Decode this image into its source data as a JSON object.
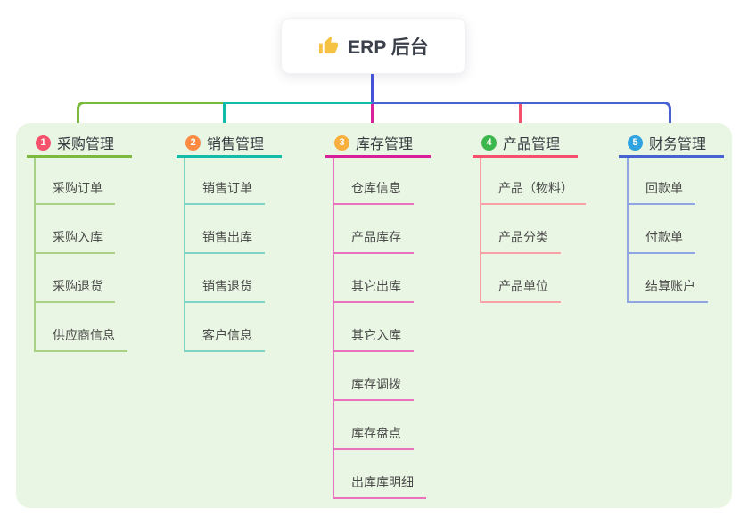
{
  "root": {
    "title": "ERP 后台",
    "icon": "thumbs-up",
    "icon_color": "#f6c244",
    "connector_color": "#4253d6"
  },
  "canvas": {
    "background": "#ffffff",
    "container_bg": "#e9f6e3"
  },
  "branches": [
    {
      "number": "1",
      "label": "采购管理",
      "badge_color": "#f4516c",
      "line_color": "#7cba3f",
      "child_line_color": "#a9d287",
      "children": [
        "采购订单",
        "采购入库",
        "采购退货",
        "供应商信息"
      ]
    },
    {
      "number": "2",
      "label": "销售管理",
      "badge_color": "#fb8a43",
      "line_color": "#12bca8",
      "child_line_color": "#7fd4c6",
      "children": [
        "销售订单",
        "销售出库",
        "销售退货",
        "客户信息"
      ]
    },
    {
      "number": "3",
      "label": "库存管理",
      "badge_color": "#f9af3d",
      "line_color": "#d6219b",
      "child_line_color": "#ea71be",
      "children": [
        "仓库信息",
        "产品库存",
        "其它出库",
        "其它入库",
        "库存调拨",
        "库存盘点",
        "出库库明细"
      ]
    },
    {
      "number": "4",
      "label": "产品管理",
      "badge_color": "#3cb64d",
      "line_color": "#f4516c",
      "child_line_color": "#f8a0a6",
      "children": [
        "产品（物料）",
        "产品分类",
        "产品单位"
      ]
    },
    {
      "number": "5",
      "label": "财务管理",
      "badge_color": "#2ea3df",
      "line_color": "#4763d2",
      "child_line_color": "#8fa6e2",
      "children": [
        "回款单",
        "付款单",
        "结算账户"
      ]
    }
  ]
}
